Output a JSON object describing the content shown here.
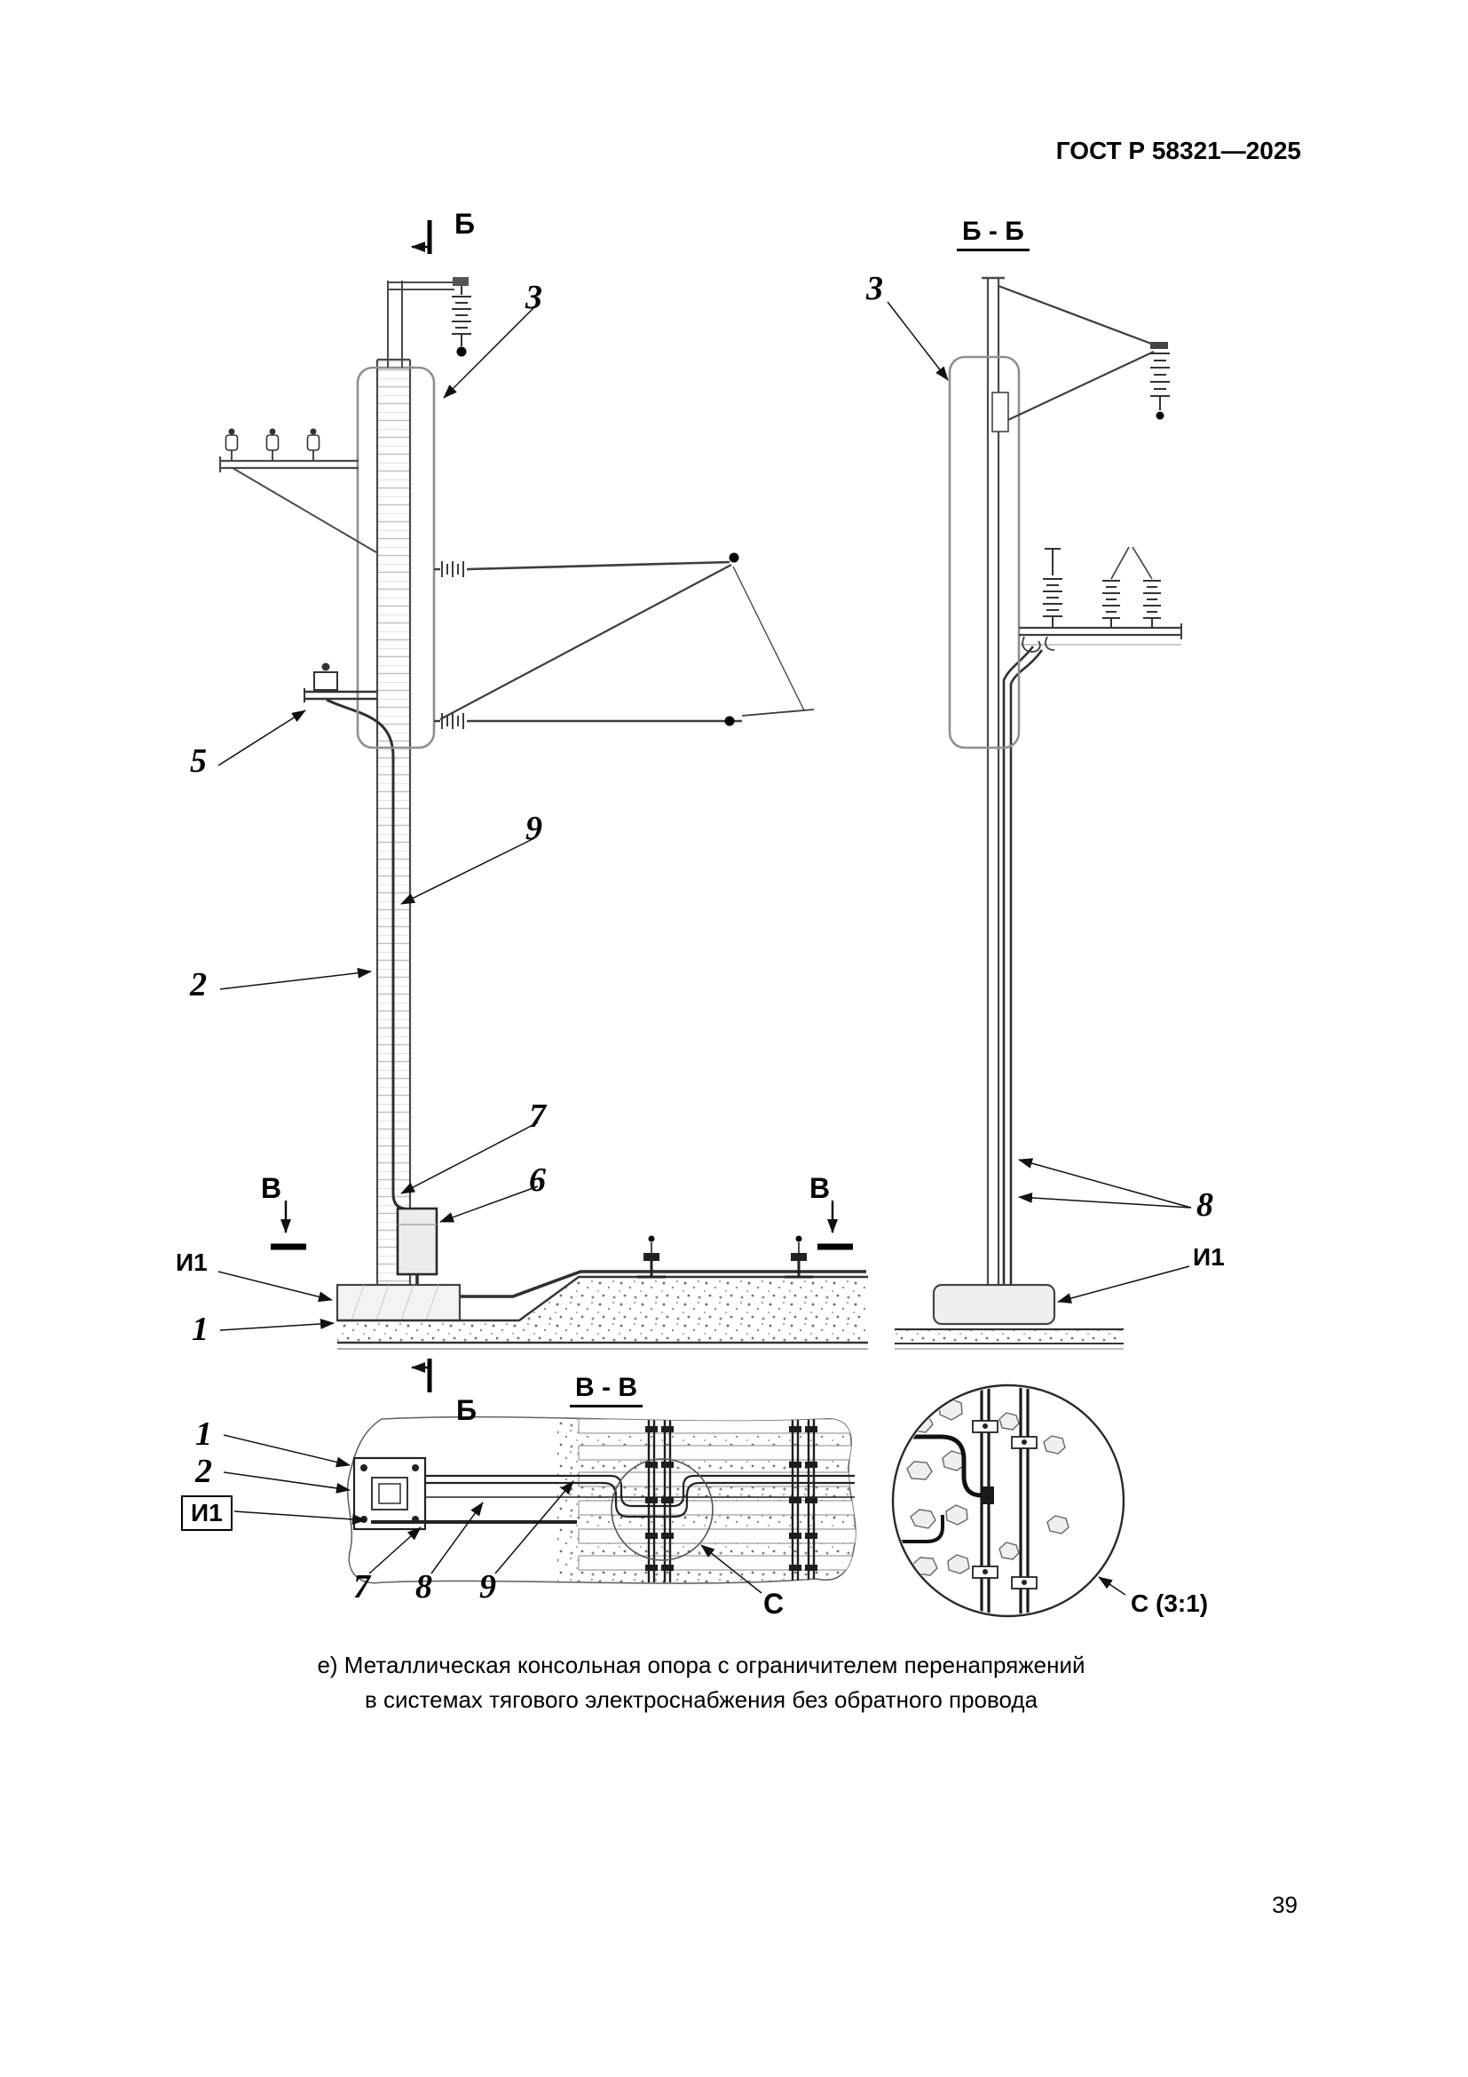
{
  "header": {
    "standard": "ГОСТ Р 58321—2025"
  },
  "front": {
    "section_b_top": "Б",
    "section_b_bottom": "Б",
    "v_left": "В",
    "v_right": "В",
    "c1": "1",
    "c2": "2",
    "c3": "3",
    "c5": "5",
    "c6": "6",
    "c7": "7",
    "c9": "9",
    "i1": "И1"
  },
  "bb": {
    "title": "Б - Б",
    "c3": "3",
    "c8": "8",
    "i1": "И1"
  },
  "vv": {
    "title": "В - В",
    "c1": "1",
    "c2": "2",
    "i1": "И1",
    "c7": "7",
    "c8": "8",
    "c9": "9",
    "c_marker": "С"
  },
  "detail": {
    "title": "С (3:1)"
  },
  "caption": {
    "line1": "е) Металлическая консольная опора с ограничителем перенапряжений",
    "line2": "в системах тягового электроснабжения без обратного провода"
  },
  "page_number": "39"
}
